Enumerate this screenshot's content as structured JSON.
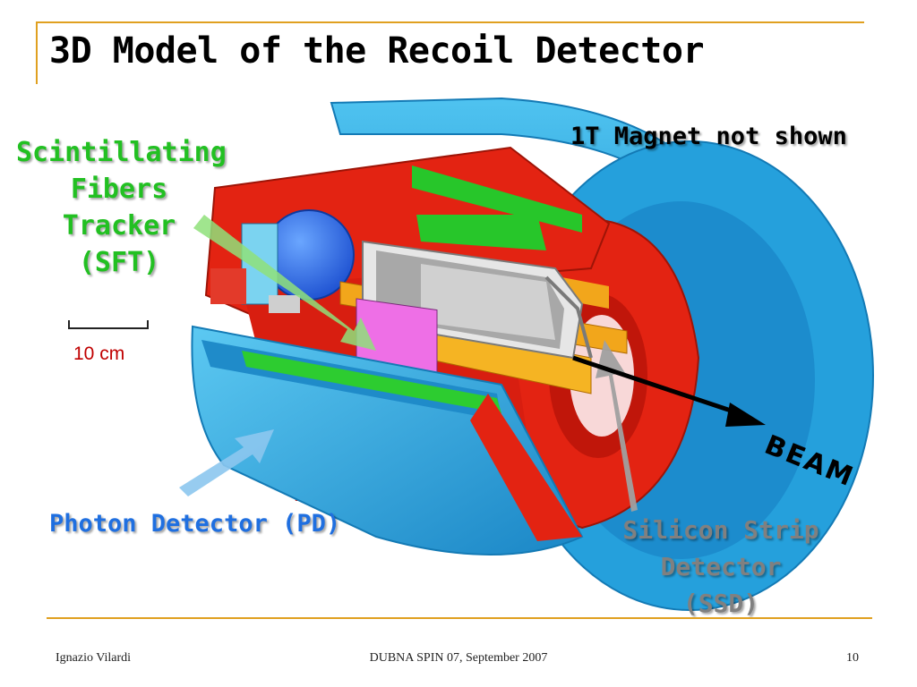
{
  "slide": {
    "title": "3D Model of the Recoil Detector",
    "labels": {
      "sft_lines": [
        "Scintillating",
        "Fibers",
        "Tracker",
        "(SFT)"
      ],
      "magnet_note": "1T Magnet not shown",
      "pd": "Photon Detector (PD)",
      "ssd_lines": [
        "Silicon Strip",
        "Detector",
        "(SSD)"
      ],
      "beam": "BEAM",
      "scale": "10 cm"
    },
    "footer": {
      "author": "Ignazio Vilardi",
      "event": "DUBNA SPIN 07, September 2007",
      "page": "10"
    }
  },
  "colors": {
    "accent_rule": "#e0a020",
    "sft_green": "#22c022",
    "pd_blue": "#1f6fe0",
    "ssd_gray": "#808080",
    "scale_red": "#c00000",
    "detector_blue": "#2fa6e0",
    "detector_red": "#e02010"
  },
  "image": {
    "subject": "detector-3d-cutaway"
  }
}
